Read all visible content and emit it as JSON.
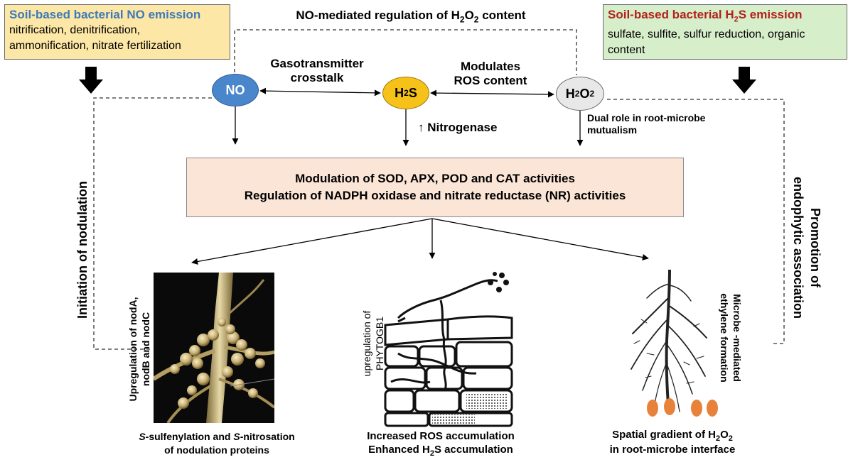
{
  "boxes": {
    "no_emission": {
      "title_prefix": "Soil-based bacterial ",
      "title_emph": "NO emission",
      "lines": [
        "nitrification, denitrification,",
        "ammonification, nitrate fertilization"
      ]
    },
    "h2s_emission": {
      "title_prefix": "Soil-based bacterial ",
      "title_h": "H",
      "title_sub": "2",
      "title_suffix": "S emission",
      "lines": [
        "sulfate, sulfite, sulfur reduction, organic",
        "content"
      ]
    }
  },
  "top_label": {
    "prefix": "NO-mediated regulation of H",
    "sub": "2",
    "mid": "O",
    "sub2": "2",
    "suffix": " content"
  },
  "nodes": {
    "no": "NO",
    "h2s": {
      "h": "H",
      "sub": "2",
      "s": "S"
    },
    "h2o2": {
      "h": "H",
      "sub": "2",
      "o": "O",
      "sub2": "2"
    }
  },
  "labels": {
    "crosstalk": [
      "Gasotransmitter",
      "crosstalk"
    ],
    "modulates": [
      "Modulates",
      "ROS content"
    ],
    "nitrogenase": "↑ Nitrogenase",
    "dual_role": [
      "Dual role in root-microbe",
      "mutualism"
    ],
    "initiation": "Initiation of nodulation",
    "promotion": [
      "Promotion of",
      "endophytic association"
    ]
  },
  "center": {
    "line1": "Modulation of SOD, APX,  POD and CAT activities",
    "line2": "Regulation of NADPH oxidase and nitrate reductase (NR) activities"
  },
  "panels": {
    "left": {
      "vertical": [
        "Upregulation of nodA,",
        "nodB and nodC"
      ],
      "caption1": {
        "s1": "S",
        "t1": "-sulfenylation and ",
        "s2": "S",
        "t2": "-nitrosation"
      },
      "caption2": "of nodulation proteins"
    },
    "middle": {
      "vertical": [
        "upregulation of",
        "PHYTOGB1"
      ],
      "caption1": "Increased ROS accumulation",
      "caption2": {
        "prefix": "Enhanced H",
        "sub": "2",
        "suffix": "S accumulation"
      }
    },
    "right": {
      "vertical": [
        "Microbe -mediated",
        "ethylene formation"
      ],
      "caption1": {
        "prefix": "Spatial gradient of H",
        "sub": "2",
        "mid": "O",
        "sub2": "2"
      },
      "caption2": "in root-microbe interface"
    }
  },
  "colors": {
    "no_box": "#fde7a6",
    "h2s_box": "#d7eecb",
    "no_node": "#4a86cb",
    "h2s_node": "#f6c21a",
    "h2o2_node": "#e8e8e8",
    "center_box": "#fbe5d6",
    "bacteria": "#e8823a"
  }
}
